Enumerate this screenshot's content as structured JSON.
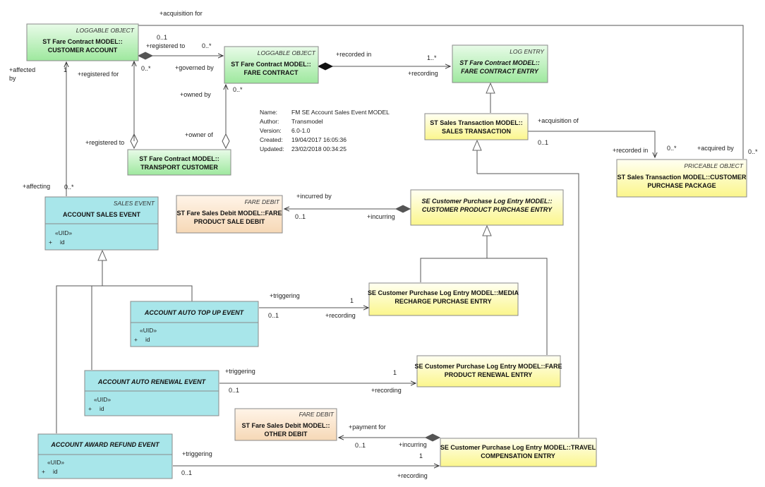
{
  "header": {
    "name_label": "Name:",
    "name_value": "FM SE Account Sales Event MODEL",
    "author_label": "Author:",
    "author_value": "Transmodel",
    "version_label": "Version:",
    "version_value": "6.0-1.0",
    "created_label": "Created:",
    "created_value": "19/04/2017 16:05:36",
    "updated_label": "Updated:",
    "updated_value": "23/02/2018 00:34:25"
  },
  "classes": {
    "customer_account": {
      "stereotype": "LOGGABLE OBJECT",
      "line1": "ST Fare Contract MODEL::",
      "line2": "CUSTOMER ACCOUNT"
    },
    "fare_contract": {
      "stereotype": "LOGGABLE OBJECT",
      "line1": "ST Fare Contract MODEL::",
      "line2": "FARE CONTRACT"
    },
    "fare_contract_entry": {
      "stereotype": "LOG ENTRY",
      "line1": "ST Fare Contract MODEL::",
      "line2": "FARE CONTRACT ENTRY"
    },
    "transport_customer": {
      "line1": "ST Fare Contract MODEL::",
      "line2": "TRANSPORT CUSTOMER"
    },
    "sales_transaction": {
      "line1": "ST Sales Transaction MODEL::",
      "line2": "SALES TRANSACTION"
    },
    "customer_purchase_package": {
      "stereotype": "PRICEABLE OBJECT",
      "line1": "ST Sales Transaction MODEL::CUSTOMER",
      "line2": "PURCHASE PACKAGE"
    },
    "product_sale_debit": {
      "stereotype": "FARE DEBIT",
      "line1": "ST Fare Sales Debit MODEL::FARE",
      "line2": "PRODUCT SALE DEBIT"
    },
    "customer_product_purchase_entry": {
      "line1": "SE Customer Purchase Log Entry MODEL::",
      "line2": "CUSTOMER PRODUCT PURCHASE ENTRY"
    },
    "account_sales_event": {
      "stereotype": "SALES EVENT",
      "name": "ACCOUNT SALES EVENT",
      "attr_stereo": "«UID»",
      "attr_vis": "+",
      "attr_name": "id"
    },
    "media_recharge_entry": {
      "line1": "SE Customer Purchase Log Entry MODEL::MEDIA",
      "line2": "RECHARGE PURCHASE ENTRY"
    },
    "account_auto_top_up_event": {
      "name": "ACCOUNT AUTO TOP UP EVENT",
      "attr_stereo": "«UID»",
      "attr_vis": "+",
      "attr_name": "id"
    },
    "fare_product_renewal_entry": {
      "line1": "SE Customer Purchase Log Entry MODEL::FARE",
      "line2": "PRODUCT RENEWAL ENTRY"
    },
    "account_auto_renewal_event": {
      "name": "ACCOUNT AUTO RENEWAL EVENT",
      "attr_stereo": "«UID»",
      "attr_vis": "+",
      "attr_name": "id"
    },
    "other_debit": {
      "stereotype": "FARE DEBIT",
      "line1": "ST Fare Sales Debit MODEL::",
      "line2": "OTHER DEBIT"
    },
    "travel_compensation_entry": {
      "line1": "SE Customer Purchase Log Entry MODEL::TRAVEL",
      "line2": "COMPENSATION ENTRY"
    },
    "account_award_refund_event": {
      "name": "ACCOUNT AWARD REFUND EVENT",
      "attr_stereo": "«UID»",
      "attr_vis": "+",
      "attr_name": "id"
    }
  },
  "labels": {
    "acquisition_for": "+acquisition for",
    "acq_for_mult": "0..*",
    "ca_01": "0..1",
    "registered_to_top": "+registered to",
    "reg_to_mult": "0..*",
    "governed_by": "+governed by",
    "gov_mult": "0..*",
    "registered_for": "+registered for",
    "affected_by": "+affected",
    "affected_by2": "by",
    "affected_one": "1",
    "recorded_in": "+recorded in",
    "rec_in_mult": "1..*",
    "recording": "+recording",
    "owned_by": "+owned by",
    "owned_mult": "0..*",
    "owner_of": "+owner of",
    "registered_to": "+registered to",
    "acquisition_of": "+acquisition of",
    "acq_of_mult": "0..1",
    "recorded_in2": "+recorded in",
    "rec_in2_mult": "0..*",
    "acquired_by": "+acquired by",
    "affecting": "+affecting",
    "affecting_mult": "0..*",
    "incurred_by": "+incurred by",
    "incurred_mult": "0..1",
    "incurring": "+incurring",
    "triggering1": "+triggering",
    "trig1_one": "1",
    "trig1_01": "0..1",
    "recording1": "+recording",
    "triggering2": "+triggering",
    "trig2_one": "1",
    "trig2_01": "0..1",
    "recording2": "+recording",
    "payment_for": "+payment for",
    "payment_mult": "0..1",
    "incurring2": "+incurring",
    "triggering3": "+triggering",
    "trig3_one": "1",
    "trig3_01": "0..1",
    "recording3": "+recording"
  },
  "colors": {
    "green_top": "#e8fbe8",
    "green_bottom": "#9ee89e",
    "yellow_top": "#fffff2",
    "yellow_bottom": "#fbf68c",
    "cyan": "#a8e6ea",
    "peach_top": "#fff4e8",
    "peach_bottom": "#f6d8b6",
    "border": "#8a8a8a"
  }
}
